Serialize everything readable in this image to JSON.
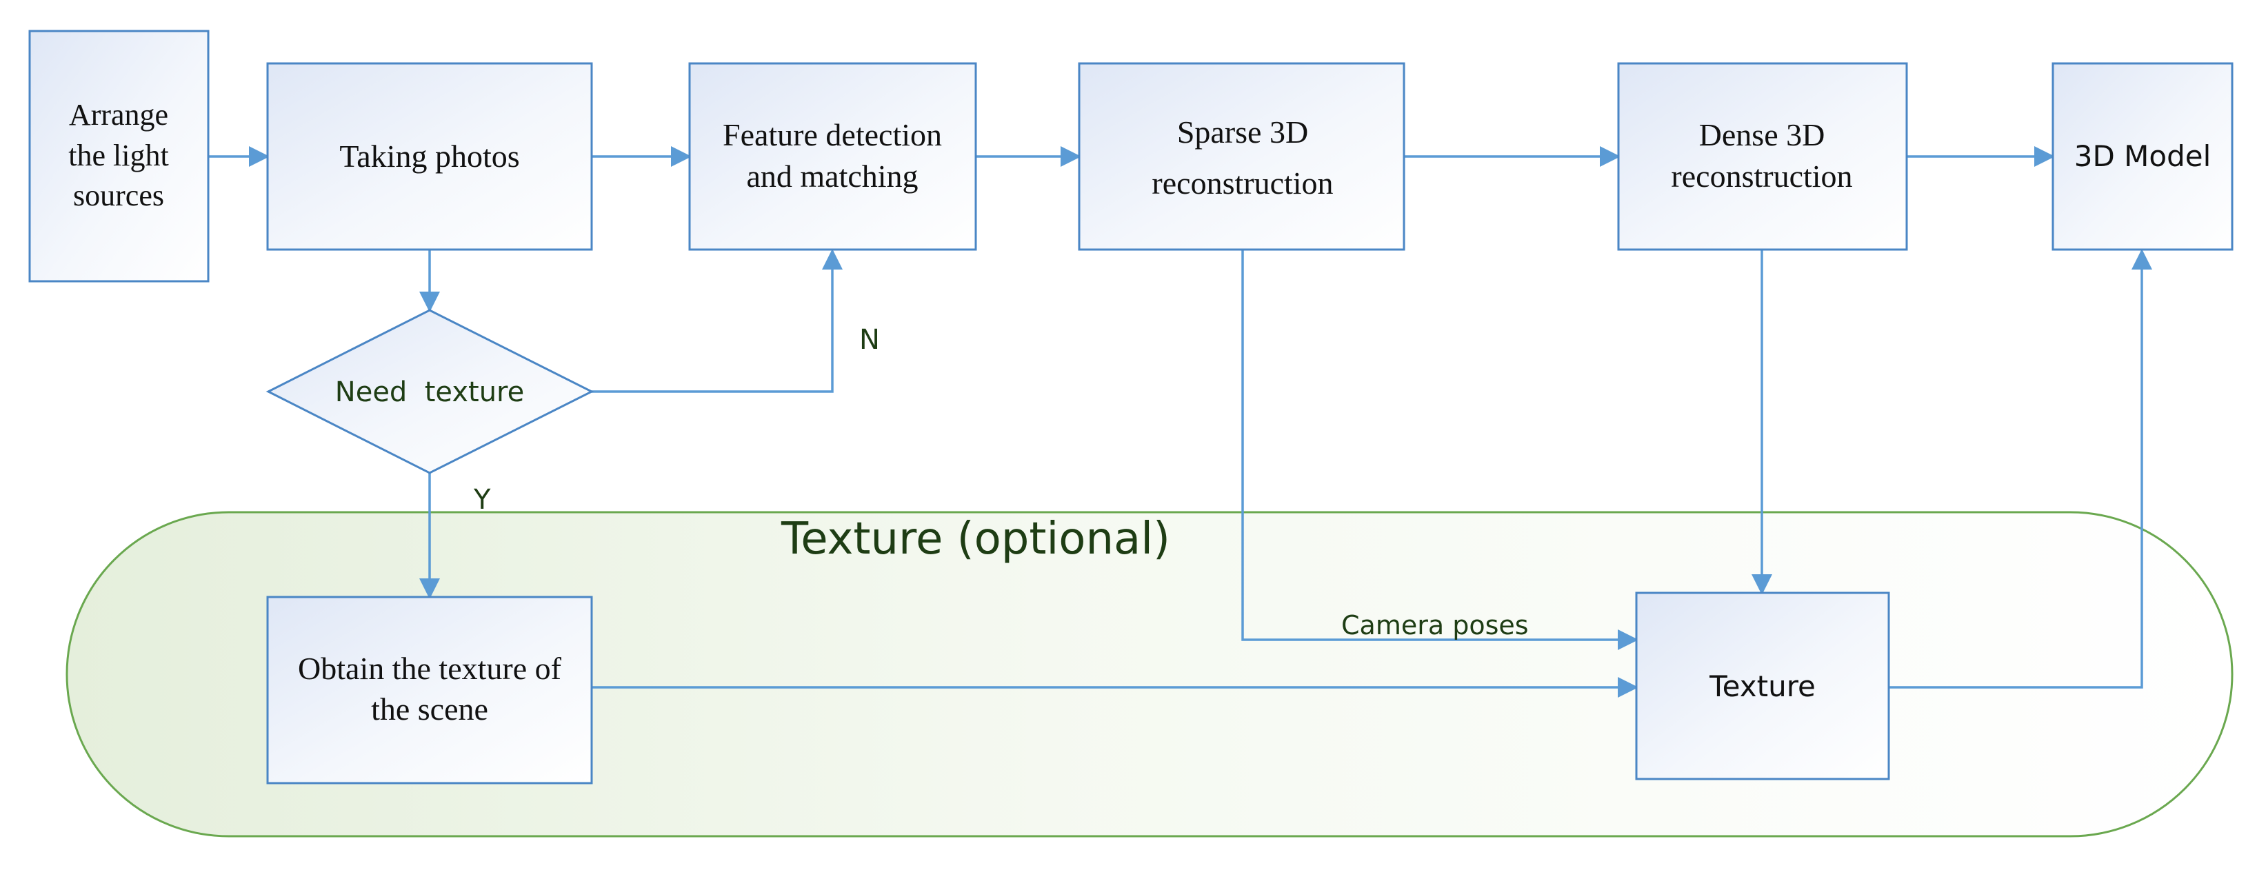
{
  "nodes": {
    "arrange": [
      "Arrange",
      "the light",
      "sources"
    ],
    "taking_photos": [
      "Taking photos"
    ],
    "feature_detection": [
      "Feature detection",
      "and matching"
    ],
    "sparse": [
      "Sparse 3D",
      "reconstruction"
    ],
    "dense": [
      "Dense 3D",
      "reconstruction"
    ],
    "model": [
      "3D Model"
    ],
    "need_texture": "Need  texture",
    "obtain_texture": [
      "Obtain the texture of",
      "the scene"
    ],
    "texture": [
      "Texture"
    ]
  },
  "edge_labels": {
    "no": "N",
    "yes": "Y",
    "camera_poses": "Camera poses"
  },
  "region": {
    "title": "Texture (optional)"
  },
  "colors": {
    "box_border": "#4a86c5",
    "arrow": "#5b9bd5",
    "region_border": "#6aa84f",
    "region_text": "#1e3d14",
    "label_text": "#1e3d14"
  }
}
